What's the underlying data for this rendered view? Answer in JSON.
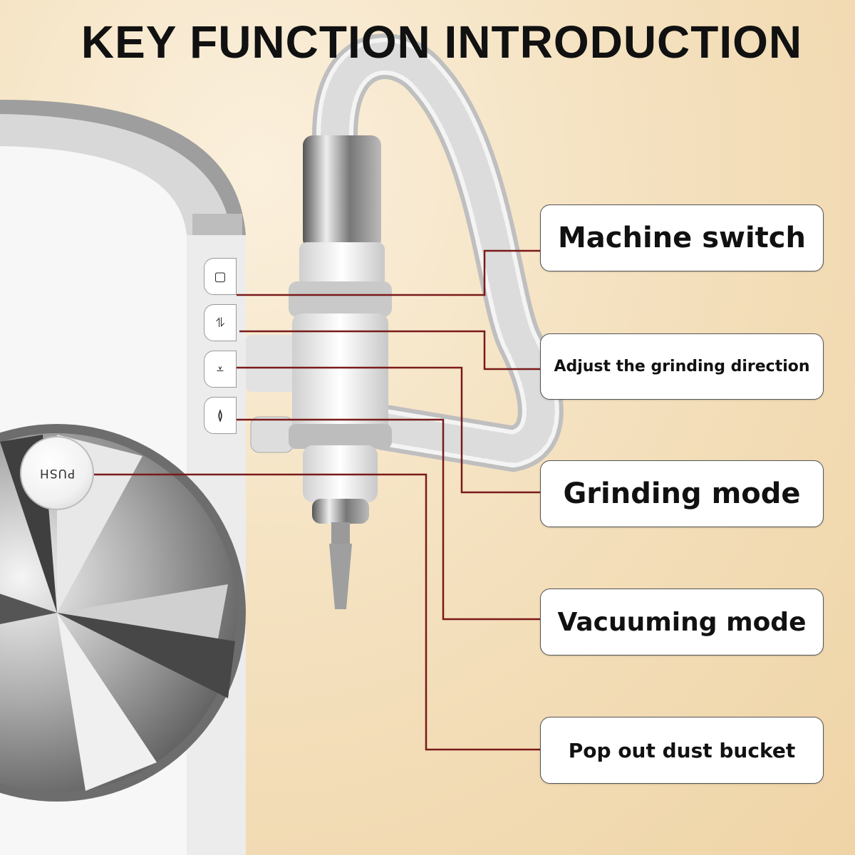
{
  "title": "KEY FUNCTION INTRODUCTION",
  "callouts": [
    {
      "label": "Machine switch"
    },
    {
      "label": "Adjust the grinding direction"
    },
    {
      "label": "Grinding mode"
    },
    {
      "label": "Vacuuming mode"
    },
    {
      "label": "Pop out dust bucket"
    }
  ],
  "buttons": [
    {
      "icon": "square-power-icon",
      "glyph": "▢"
    },
    {
      "icon": "rotate-direction-icon",
      "glyph": "⥮"
    },
    {
      "icon": "grind-mode-icon",
      "glyph": "⩡"
    },
    {
      "icon": "vacuum-mode-icon",
      "glyph": "≬"
    }
  ],
  "push_label": "PUSH",
  "colors": {
    "leader_line": "#7a1a1a",
    "background": "#f4e1bf",
    "callout_border": "#555555"
  }
}
